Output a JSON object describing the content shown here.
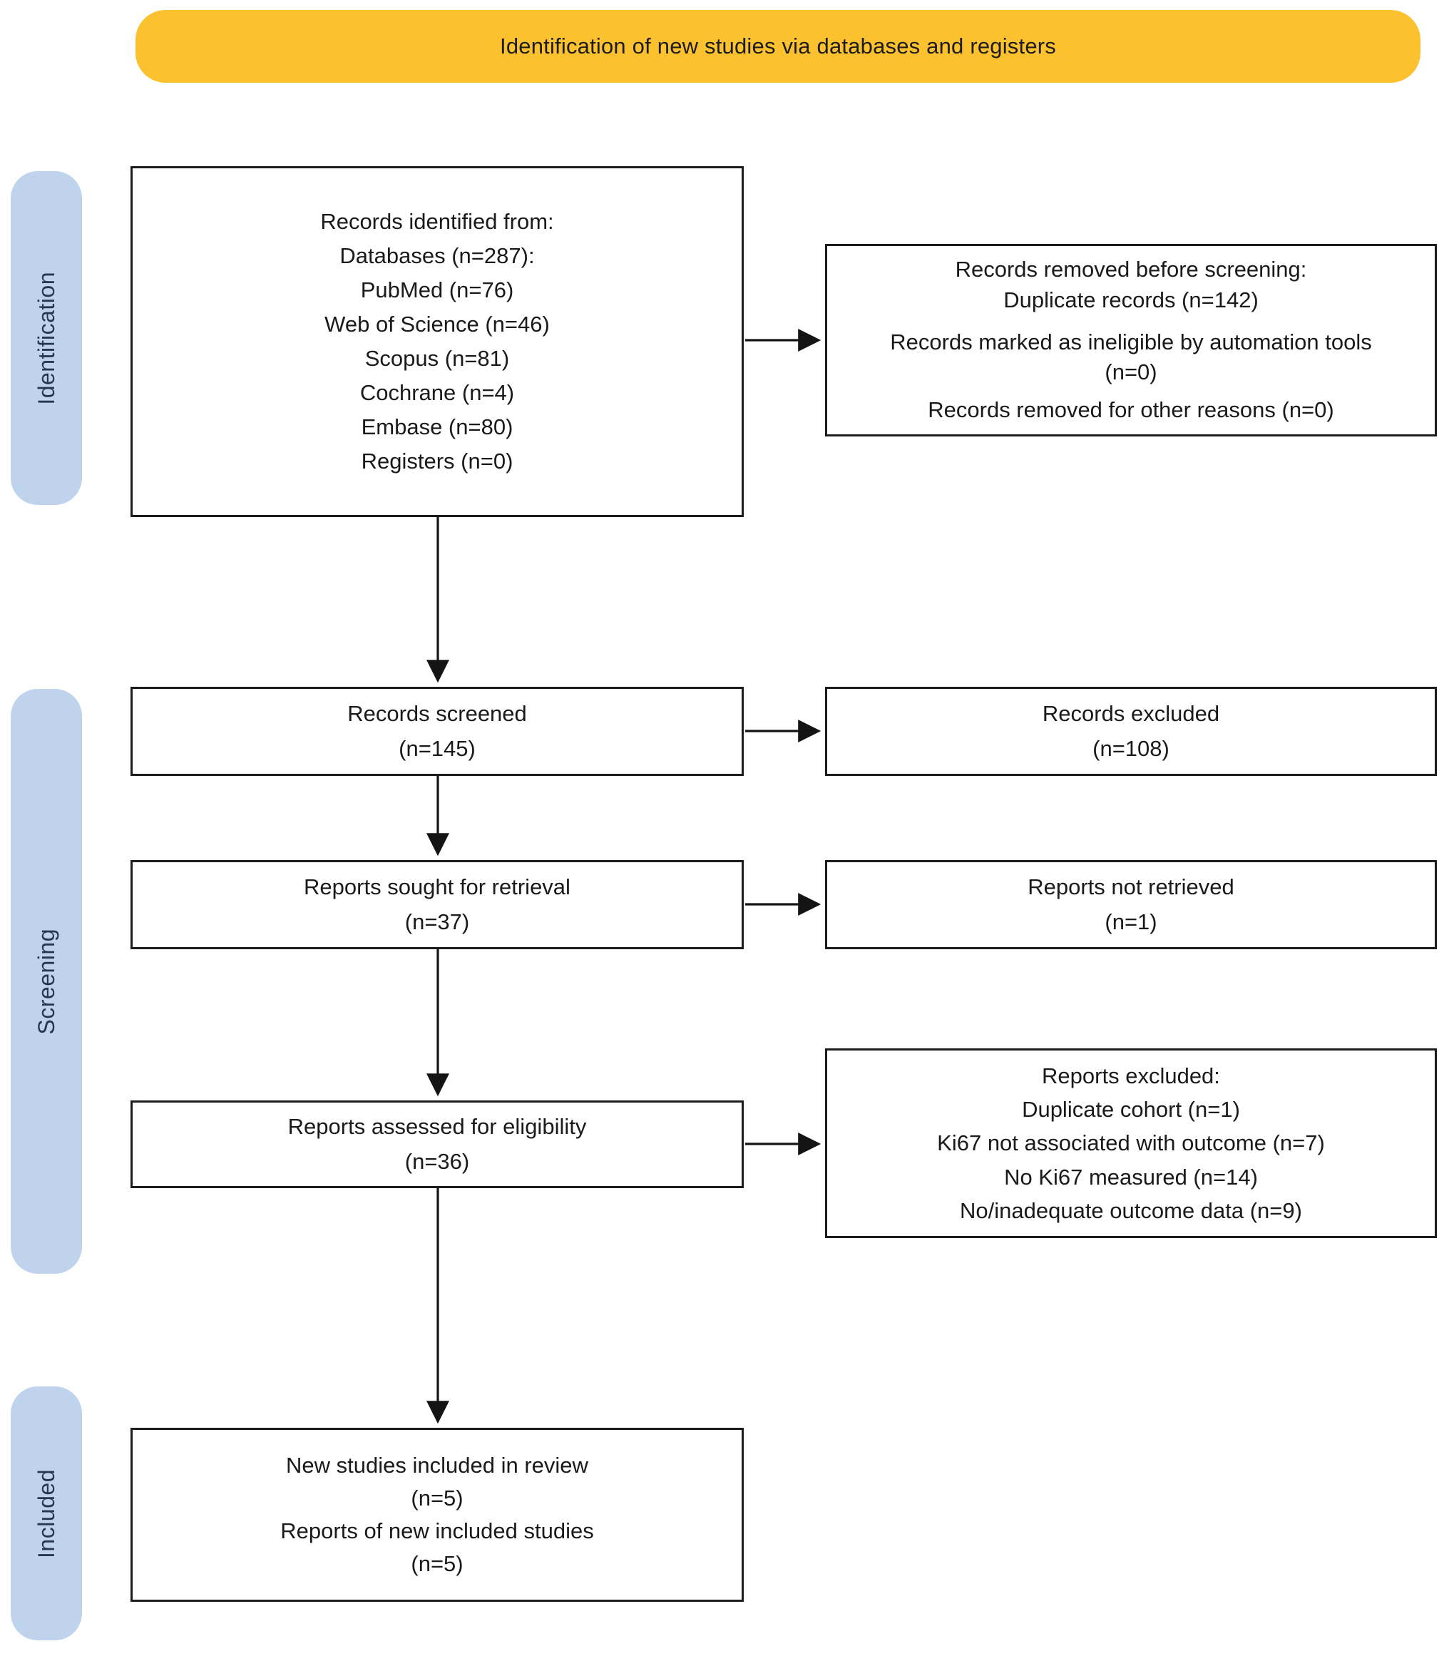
{
  "header": {
    "title": "Identification of new studies via databases and registers"
  },
  "stages": {
    "identification": "Identification",
    "screening": "Screening",
    "included": "Included"
  },
  "flow": {
    "identified": {
      "text": "Records identified from:\nDatabases (n=287):\nPubMed (n=76)\nWeb of Science (n=46)\nScopus (n=81)\nCochrane (n=4)\nEmbase (n=80)\nRegisters (n=0)"
    },
    "removed_before_screening": {
      "p1": "Records removed before screening:\nDuplicate records (n=142)",
      "p2": "Records marked as ineligible by automation tools (n=0)",
      "p3": "Records removed for other reasons (n=0)"
    },
    "screened": {
      "text": "Records screened\n(n=145)"
    },
    "records_excluded": {
      "text": "Records excluded\n(n=108)"
    },
    "sought_for_retrieval": {
      "text": "Reports sought for retrieval\n(n=37)"
    },
    "not_retrieved": {
      "text": "Reports not retrieved\n(n=1)"
    },
    "assessed_for_eligibility": {
      "text": "Reports assessed for eligibility\n(n=36)"
    },
    "reports_excluded": {
      "text": "Reports excluded:\nDuplicate cohort (n=1)\nKi67 not associated with outcome (n=7)\nNo Ki67 measured (n=14)\nNo/inadequate outcome data (n=9)"
    },
    "included_in_review": {
      "text": "New studies included in review\n(n=5)\nReports of new included studies\n(n=5)"
    }
  },
  "colors": {
    "header_bg": "#FCC12E",
    "stage_bg": "#BFD4EC",
    "stage_text": "#28374F",
    "box_border": "#1c1c1c",
    "arrow": "#141414"
  }
}
